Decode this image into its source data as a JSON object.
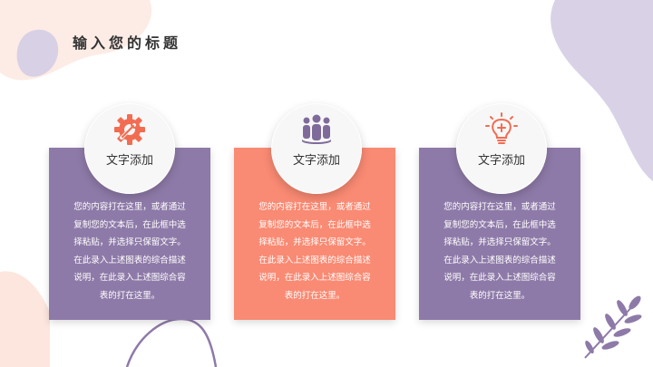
{
  "slide": {
    "title": "输入您的标题",
    "colors": {
      "purple": "#8e7aa8",
      "coral": "#f98a73",
      "lavender_blob": "#d9d2e6",
      "peach_blob": "#fbe3da"
    },
    "cards": [
      {
        "heading": "文字添加",
        "icon": "gear-wrench-icon",
        "color": "purple",
        "lines": [
          "您的内容打在这里，或者通过",
          "复制您的文本后，在此框中选",
          "择粘贴，并选择只保留文字。",
          "在此录入上述图表的综合描述",
          "说明，在此录入上述图综合容",
          "表的打在这里。"
        ]
      },
      {
        "heading": "文字添加",
        "icon": "team-icon",
        "color": "coral",
        "lines": [
          "您的内容打在这里，或者通过",
          "复制您的文本后，在此框中选",
          "择粘贴，并选择只保留文字。",
          "在此录入上述图表的综合描述",
          "说明，在此录入上述图综合容",
          "表的打在这里。"
        ]
      },
      {
        "heading": "文字添加",
        "icon": "lightbulb-icon",
        "color": "purple",
        "lines": [
          "您的内容打在这里，或者通过",
          "复制您的文本后，在此框中选",
          "择粘贴，并选择只保留文字。",
          "在此录入上述图表的综合描述",
          "说明，在此录入上述图综合容",
          "表的打在这里。"
        ]
      }
    ]
  }
}
